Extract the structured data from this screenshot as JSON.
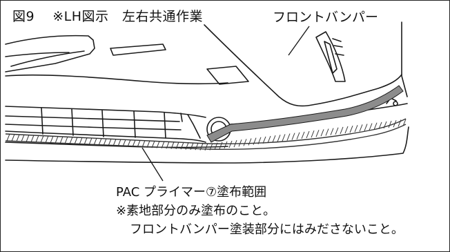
{
  "figure": {
    "number": "図9",
    "scope": "※LH図示　左右共通作業"
  },
  "part_label": "フロントバンパー",
  "notes": {
    "line1": "PAC プライマー⑦塗布範囲",
    "line2": "※素地部分のみ塗布のこと。",
    "line3": "フロントバンパー塗装部分にはみださないこと。"
  },
  "colors": {
    "primer_band": "#8c8c8c",
    "line": "#1a1a1a",
    "hatch": "#333333"
  }
}
